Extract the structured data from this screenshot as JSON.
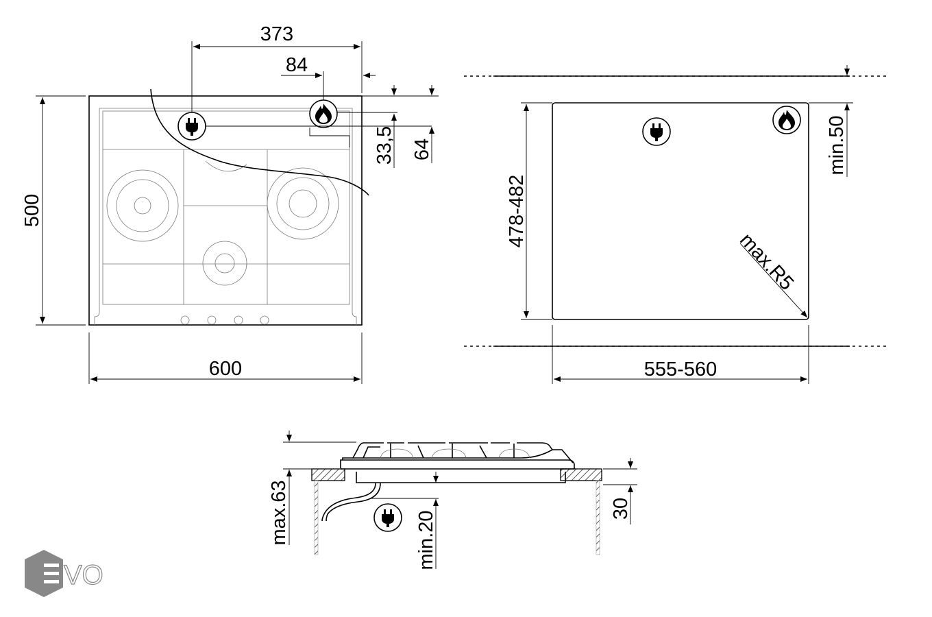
{
  "top_view": {
    "width_label": "600",
    "depth_label": "500",
    "plug_offset_label": "373",
    "gas_offset_label": "84",
    "gas_depth_label": "33,5",
    "plug_depth_label": "64"
  },
  "cutout_view": {
    "width_label": "555-560",
    "depth_label": "478-482",
    "front_clearance_label": "min.50",
    "radius_label": "max.R5"
  },
  "side_view": {
    "height_label": "max.63",
    "counter_label": "30",
    "clearance_label": "min.20"
  },
  "icons": [
    "plug-icon",
    "gas-flame-icon"
  ],
  "logo": {
    "text": "EVO",
    "color": "#888888"
  }
}
